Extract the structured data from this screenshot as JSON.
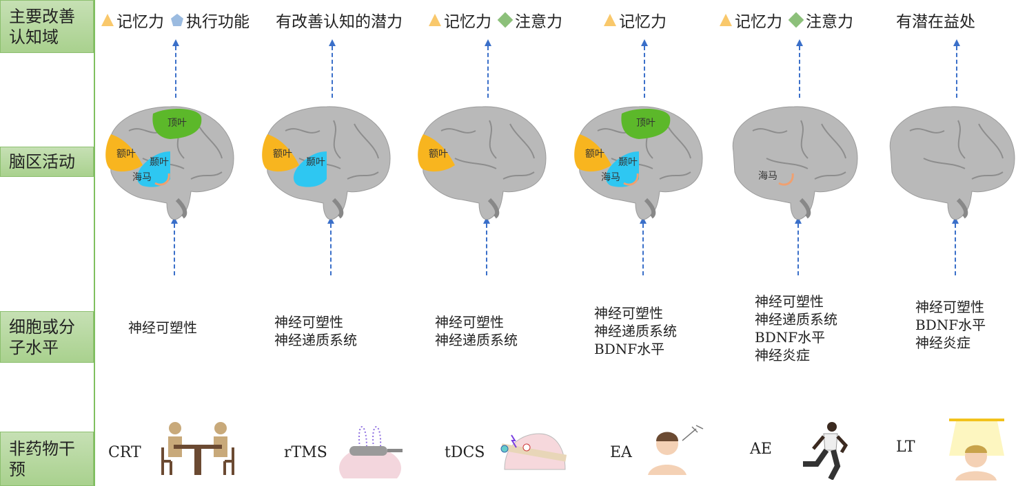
{
  "rows": {
    "cognitive": "主要改善认知域",
    "brain": "脑区活动",
    "cellular": "细胞或分子水平",
    "intervention": "非药物干预"
  },
  "legend_icons": {
    "memory": "triangle-icon",
    "executive": "pentagon-icon",
    "attention": "diamond-icon"
  },
  "colors": {
    "frontal": "#f8b51f",
    "parietal": "#5cb82a",
    "temporal": "#2ec7f2",
    "brain": "#b9b9b9",
    "arrow": "#3a6fc9",
    "sidebar": "#a9d18e"
  },
  "columns": [
    {
      "cog": [
        {
          "icon": "triangle",
          "text": "记忆力"
        },
        {
          "icon": "pentagon",
          "text": "执行功能"
        }
      ],
      "regions": {
        "parietal": "顶叶",
        "frontal": "额叶",
        "temporal": "颞叶",
        "hippocampus": "海马"
      },
      "mol": [
        "神经可塑性"
      ],
      "name": "CRT"
    },
    {
      "cog": [
        {
          "icon": "",
          "text": "有改善认知的潜力"
        }
      ],
      "regions": {
        "frontal": "额叶",
        "temporal": "颞叶"
      },
      "mol": [
        "神经可塑性",
        "神经递质系统"
      ],
      "name": "rTMS"
    },
    {
      "cog": [
        {
          "icon": "triangle",
          "text": "记忆力"
        },
        {
          "icon": "diamond",
          "text": "注意力"
        }
      ],
      "regions": {
        "frontal": "额叶"
      },
      "mol": [
        "神经可塑性",
        "神经递质系统"
      ],
      "name": "tDCS"
    },
    {
      "cog": [
        {
          "icon": "triangle",
          "text": "记忆力"
        }
      ],
      "regions": {
        "parietal": "顶叶",
        "frontal": "额叶",
        "temporal": "颞叶",
        "hippocampus": "海马"
      },
      "mol": [
        "神经可塑性",
        "神经递质系统",
        "BDNF水平"
      ],
      "name": "EA"
    },
    {
      "cog": [
        {
          "icon": "triangle",
          "text": "记忆力"
        },
        {
          "icon": "diamond",
          "text": "注意力"
        }
      ],
      "regions": {
        "hippocampus": "海马"
      },
      "mol": [
        "神经可塑性",
        "神经递质系统",
        "BDNF水平",
        "神经炎症"
      ],
      "name": "AE"
    },
    {
      "cog": [
        {
          "icon": "",
          "text": "有潜在益处"
        }
      ],
      "regions": {},
      "mol": [
        "神经可塑性",
        "BDNF水平",
        "神经炎症"
      ],
      "name": "LT"
    }
  ]
}
